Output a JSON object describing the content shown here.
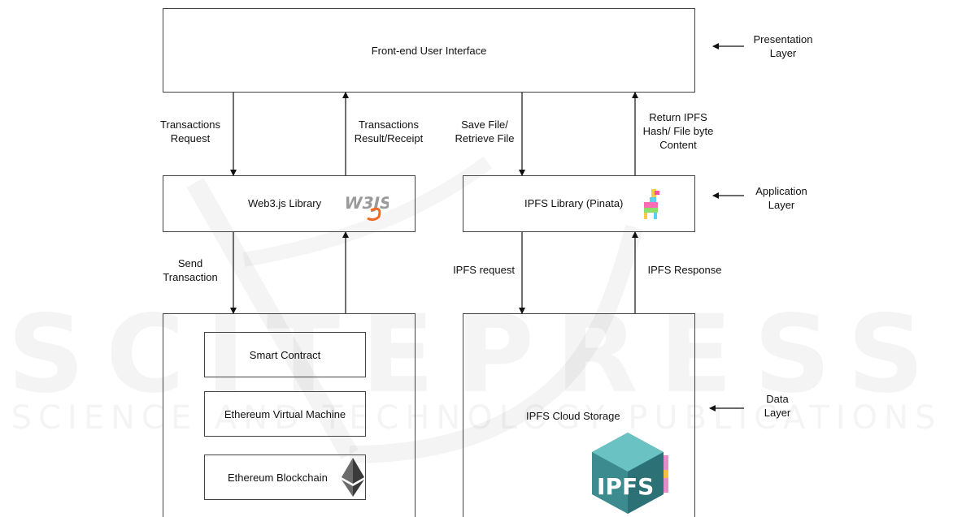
{
  "watermark": {
    "title": "SCITEPRESS",
    "subtitle": "SCIENCE AND TECHNOLOGY PUBLICATIONS"
  },
  "boxes": {
    "frontend": "Front-end User Interface",
    "web3": "Web3.js Library",
    "ipfs_lib": "IPFS Library (Pinata)",
    "smart_contract": "Smart Contract",
    "evm": "Ethereum Virtual Machine",
    "blockchain": "Ethereum Blockchain",
    "ipfs_storage": "IPFS Cloud Storage"
  },
  "edge_labels": {
    "tx_request": "Transactions\nRequest",
    "tx_result": "Transactions\nResult/Receipt",
    "save_file": "Save File/\nRetrieve File",
    "return_ipfs": "Return IPFS\nHash/ File byte\nContent",
    "send_tx": "Send\nTransaction",
    "ipfs_request": "IPFS request",
    "ipfs_response": "IPFS Response"
  },
  "layers": {
    "presentation": "Presentation\nLayer",
    "application": "Application\nLayer",
    "data": "Data\nLayer"
  },
  "logos": {
    "web3": "W3JS",
    "ipfs": "IPFS"
  },
  "icons": {
    "web3_logo": "web3js-logo-icon",
    "pinata_logo": "pinata-llama-icon",
    "ethereum_logo": "ethereum-diamond-icon",
    "ipfs_logo": "ipfs-cube-icon"
  }
}
